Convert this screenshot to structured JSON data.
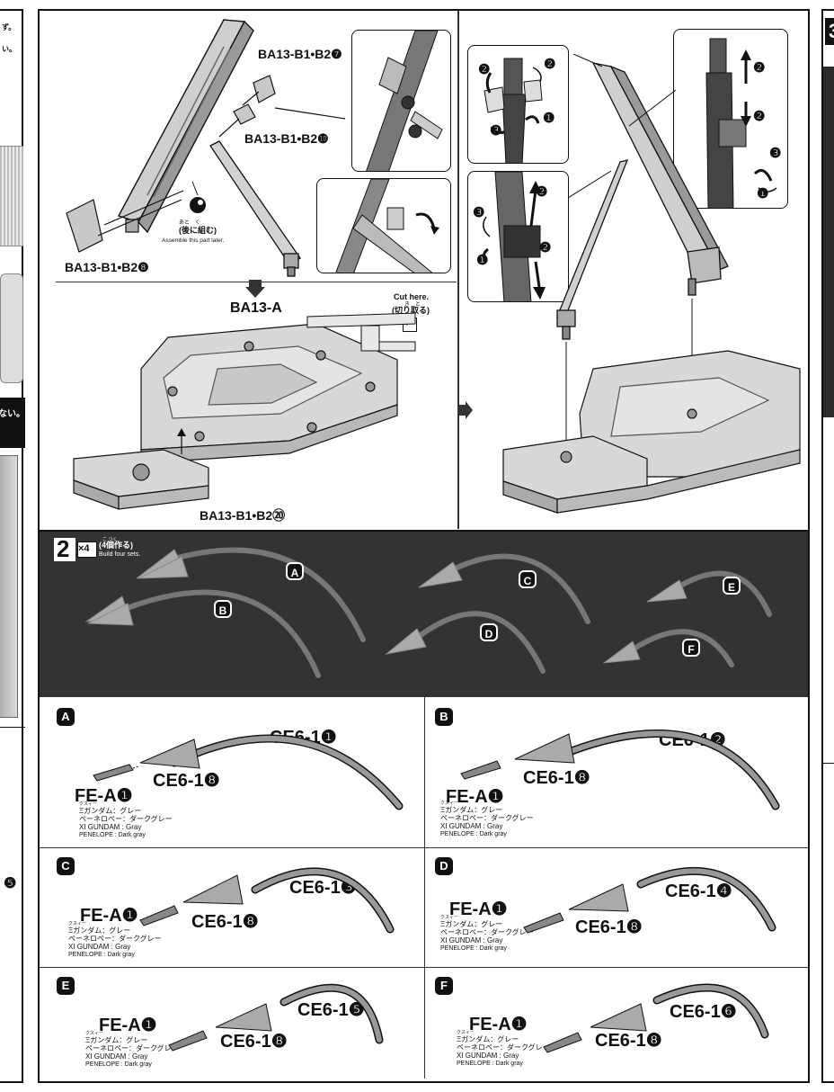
{
  "left_edge": {
    "text1": "ず。",
    "text2": "い。",
    "text3": "ない。",
    "number": "❺"
  },
  "step1": {
    "part_b2_7": "BA13-B1•B2❼",
    "part_b2_10": "BA13-B1•B2❿",
    "part_b2_8": "BA13-B1•B2❽",
    "later_ruby": "あと　く",
    "later_jp": "(後に組む)",
    "later_en": "Assemble this part later.",
    "base_label": "BA13-A",
    "cut_en": "Cut here.",
    "cut_ruby": "き　と",
    "cut_jp": "(切り取る)",
    "part_b2_20": "BA13-B1•B2⑳",
    "arrow_nums": [
      "❷",
      "❷",
      "❶",
      "❸",
      "❸",
      "❷",
      "❶",
      "❷",
      "❷",
      "❷",
      "❸",
      "❶"
    ]
  },
  "step2": {
    "number": "2",
    "multiplier": "×4",
    "ruby": "こ つく",
    "jp": "(4個作る)",
    "en": "Build four sets.",
    "letters": [
      "A",
      "B",
      "C",
      "D",
      "E",
      "F"
    ]
  },
  "grid": [
    {
      "letter": "A",
      "main": "CE6-1❶",
      "tip": "CE6-1❽",
      "base": "FE-A❶"
    },
    {
      "letter": "B",
      "main": "CE6-1❷",
      "tip": "CE6-1❽",
      "base": "FE-A❶"
    },
    {
      "letter": "C",
      "main": "CE6-1❸",
      "tip": "CE6-1❽",
      "base": "FE-A❶"
    },
    {
      "letter": "D",
      "main": "CE6-1❹",
      "tip": "CE6-1❽",
      "base": "FE-A❶"
    },
    {
      "letter": "E",
      "main": "CE6-1❺",
      "tip": "CE6-1❽",
      "base": "FE-A❶"
    },
    {
      "letter": "F",
      "main": "CE6-1❻",
      "tip": "CE6-1❽",
      "base": "FE-A❶"
    }
  ],
  "color_legend": {
    "ruby": "クスィー",
    "line1": "Ξガンダム：グレー",
    "line2": "ペーネロペー：ダークグレー",
    "line3": "XI GUNDAM : Gray",
    "line4": "PENELOPE : Dark gray"
  },
  "right_edge": {
    "number": "3"
  }
}
